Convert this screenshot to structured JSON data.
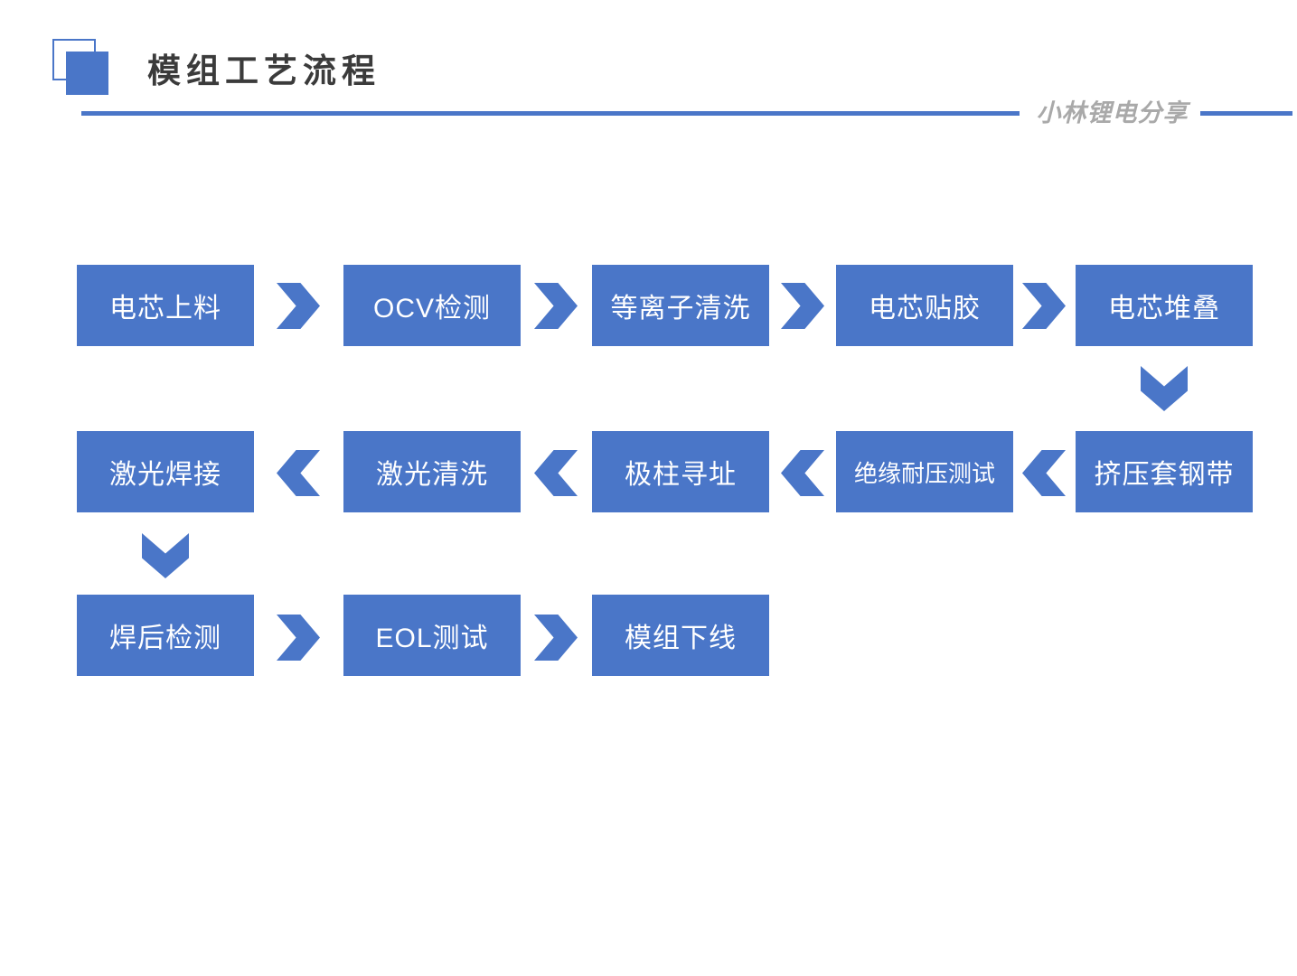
{
  "header": {
    "title": "模组工艺流程",
    "watermark": "小林锂电分享"
  },
  "colors": {
    "accent": "#4A76C8",
    "title_text": "#3B3B3B",
    "watermark_text": "#A9A9A9",
    "step_text": "#FFFFFF",
    "background": "#FFFFFF"
  },
  "flow": {
    "rows": [
      {
        "direction": "right",
        "steps": [
          "电芯上料",
          "OCV检测",
          "等离子清洗",
          "电芯贴胶",
          "电芯堆叠"
        ]
      },
      {
        "direction": "left",
        "steps": [
          "挤压套钢带",
          "绝缘耐压测试",
          "极柱寻址",
          "激光清洗",
          "激光焊接"
        ]
      },
      {
        "direction": "right",
        "steps": [
          "焊后检测",
          "EOL测试",
          "模组下线"
        ]
      }
    ]
  }
}
